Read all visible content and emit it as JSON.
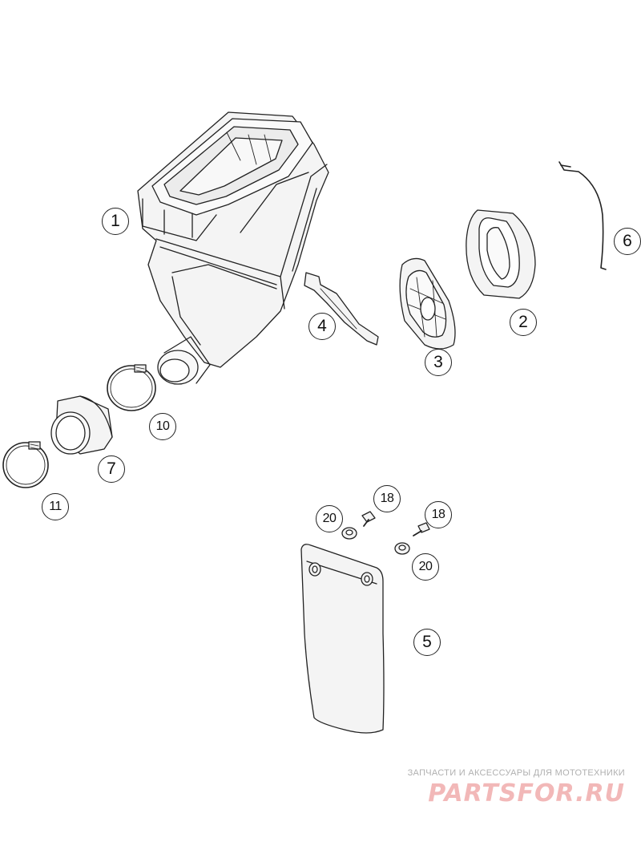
{
  "callouts": {
    "p1": "1",
    "p2": "2",
    "p3": "3",
    "p4": "4",
    "p5": "5",
    "p6": "6",
    "p7": "7",
    "p10": "10",
    "p11": "11",
    "p18a": "18",
    "p18b": "18",
    "p20a": "20",
    "p20b": "20"
  },
  "watermark": {
    "tagline": "ЗАПЧАСТИ И АКСЕССУАРЫ ДЛЯ МОТОТЕХНИКИ",
    "brand": "PARTSFOR.RU",
    "color": "#f2b8b8"
  },
  "line_color": "#222222",
  "part_fill": "#f4f4f4"
}
